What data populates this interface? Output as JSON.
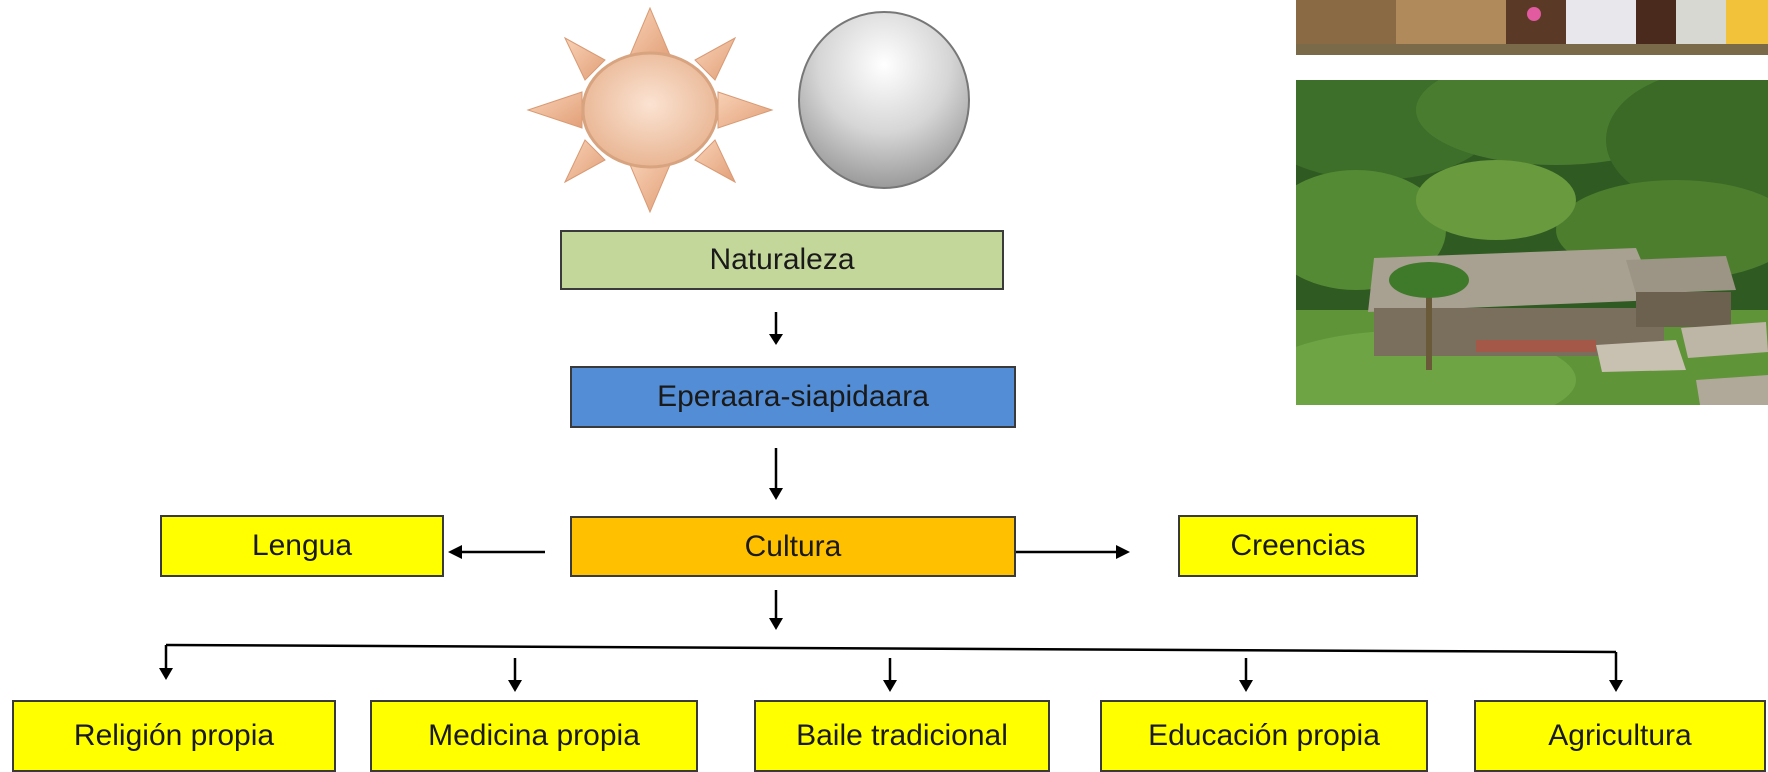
{
  "diagram": {
    "nodes": {
      "naturaleza": "Naturaleza",
      "eperaara": "Eperaara-siapidaara",
      "cultura": "Cultura",
      "lengua": "Lengua",
      "creencias": "Creencias",
      "religion": "Religión propia",
      "medicina": "Medicina propia",
      "baile": "Baile tradicional",
      "educacion": "Educación propia",
      "agricultura": "Agricultura"
    },
    "colors": {
      "naturaleza": "#c4d79b",
      "eperaara": "#538dd5",
      "cultura": "#ffc000",
      "branch": "#ffff00"
    },
    "icons": [
      "sun-icon",
      "moon-icon"
    ],
    "images": [
      "people-photo",
      "village-photo"
    ]
  }
}
